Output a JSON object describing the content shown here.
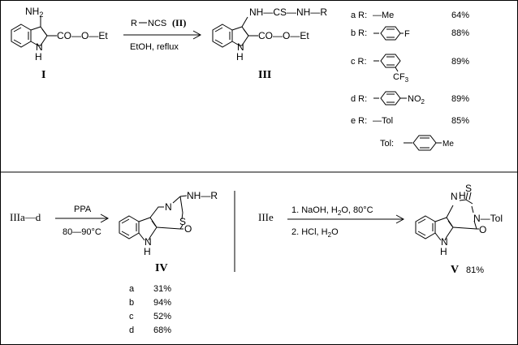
{
  "compounds": {
    "I": {
      "roman": "I",
      "amine": "NH",
      "amine_sub": "2",
      "ester": "CO—O—Et",
      "nh": "N",
      "nh_h": "H"
    },
    "III": {
      "roman": "III",
      "thiourea": "NH—CS—NH—R",
      "ester": "CO—O—Et",
      "nh": "N",
      "nh_h": "H"
    },
    "IV": {
      "roman": "IV",
      "side": "NH—R",
      "n_ring": "N",
      "s_ring": "S",
      "o_ring": "O",
      "nh": "N",
      "nh_h": "H"
    },
    "V": {
      "roman": "V",
      "yield": "81%",
      "n1": "N",
      "h1": "H",
      "thione": "S",
      "n3_tol": "N—Tol",
      "o_ring": "O",
      "nh": "N",
      "nh_h": "H"
    }
  },
  "reaction1": {
    "reagent_r": "R",
    "reagent_ncs": "NCS",
    "reagent_label": "(II)",
    "conditions": "EtOH,   reflux"
  },
  "r_groups": [
    {
      "id": "a",
      "label": "a  R:",
      "substituent": "—Me",
      "yield": "64%"
    },
    {
      "id": "b",
      "label": "b  R:",
      "substituent": "F",
      "yield": "88%"
    },
    {
      "id": "c",
      "label": "c  R:",
      "substituent": "CF",
      "sub3": "3",
      "yield": "89%"
    },
    {
      "id": "d",
      "label": "d  R:",
      "substituent": "NO",
      "sub2": "2",
      "yield": "89%"
    },
    {
      "id": "e",
      "label": "e  R:",
      "substituent": "—Tol",
      "yield": "85%"
    }
  ],
  "tol_def": {
    "label": "Tol:",
    "me": "Me"
  },
  "reaction2": {
    "start": "IIIa—d",
    "reagent": "PPA",
    "conditions": "80—90°C"
  },
  "iv_yields": [
    {
      "id": "a",
      "value": "31%"
    },
    {
      "id": "b",
      "value": "94%"
    },
    {
      "id": "c",
      "value": "52%"
    },
    {
      "id": "d",
      "value": "68%"
    }
  ],
  "reaction3": {
    "start": "IIIe",
    "step1_a": "1.  NaOH,   H",
    "step1_sub": "2",
    "step1_b": "O,   80°C",
    "step2_a": "2.  HCl,   H",
    "step2_sub": "2",
    "step2_b": "O"
  }
}
